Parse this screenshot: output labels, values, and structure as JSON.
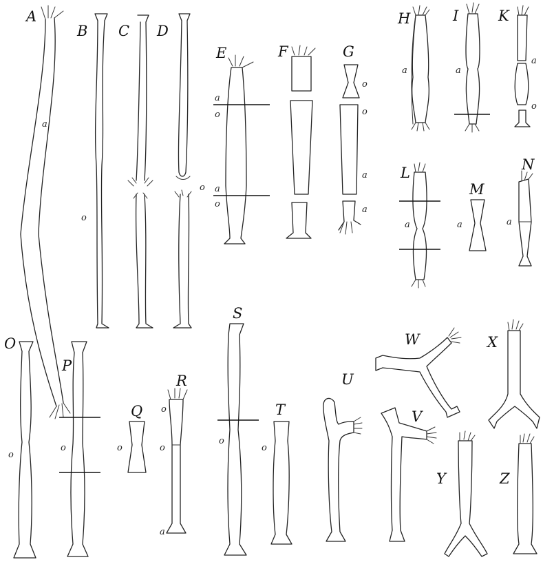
{
  "figures": {
    "A": {
      "label": "A",
      "marks": [
        "a"
      ]
    },
    "B": {
      "label": "B",
      "marks": [
        "o"
      ]
    },
    "C": {
      "label": "C",
      "marks": []
    },
    "D": {
      "label": "D",
      "marks": [
        "o"
      ]
    },
    "E": {
      "label": "E",
      "marks": [
        "a",
        "o",
        "a",
        "o"
      ]
    },
    "F": {
      "label": "F",
      "marks": []
    },
    "G": {
      "label": "G",
      "marks": [
        "o",
        "o",
        "a",
        "a"
      ]
    },
    "H": {
      "label": "H",
      "marks": [
        "a"
      ]
    },
    "I": {
      "label": "I",
      "marks": [
        "a"
      ]
    },
    "K": {
      "label": "K",
      "marks": [
        "a",
        "o"
      ]
    },
    "L": {
      "label": "L",
      "marks": [
        "a"
      ]
    },
    "M": {
      "label": "M",
      "marks": [
        "a"
      ]
    },
    "N": {
      "label": "N",
      "marks": [
        "a"
      ]
    },
    "O": {
      "label": "O",
      "marks": [
        "o"
      ]
    },
    "P": {
      "label": "P",
      "marks": [
        "o"
      ]
    },
    "Q": {
      "label": "Q",
      "marks": [
        "o"
      ]
    },
    "R": {
      "label": "R",
      "marks": [
        "o",
        "o",
        "a"
      ]
    },
    "S": {
      "label": "S",
      "marks": [
        "o"
      ]
    },
    "T": {
      "label": "T",
      "marks": [
        "o"
      ]
    },
    "U": {
      "label": "U",
      "marks": []
    },
    "V": {
      "label": "V",
      "marks": []
    },
    "W": {
      "label": "W",
      "marks": []
    },
    "X": {
      "label": "X",
      "marks": []
    },
    "Y": {
      "label": "Y",
      "marks": []
    },
    "Z": {
      "label": "Z",
      "marks": []
    }
  }
}
